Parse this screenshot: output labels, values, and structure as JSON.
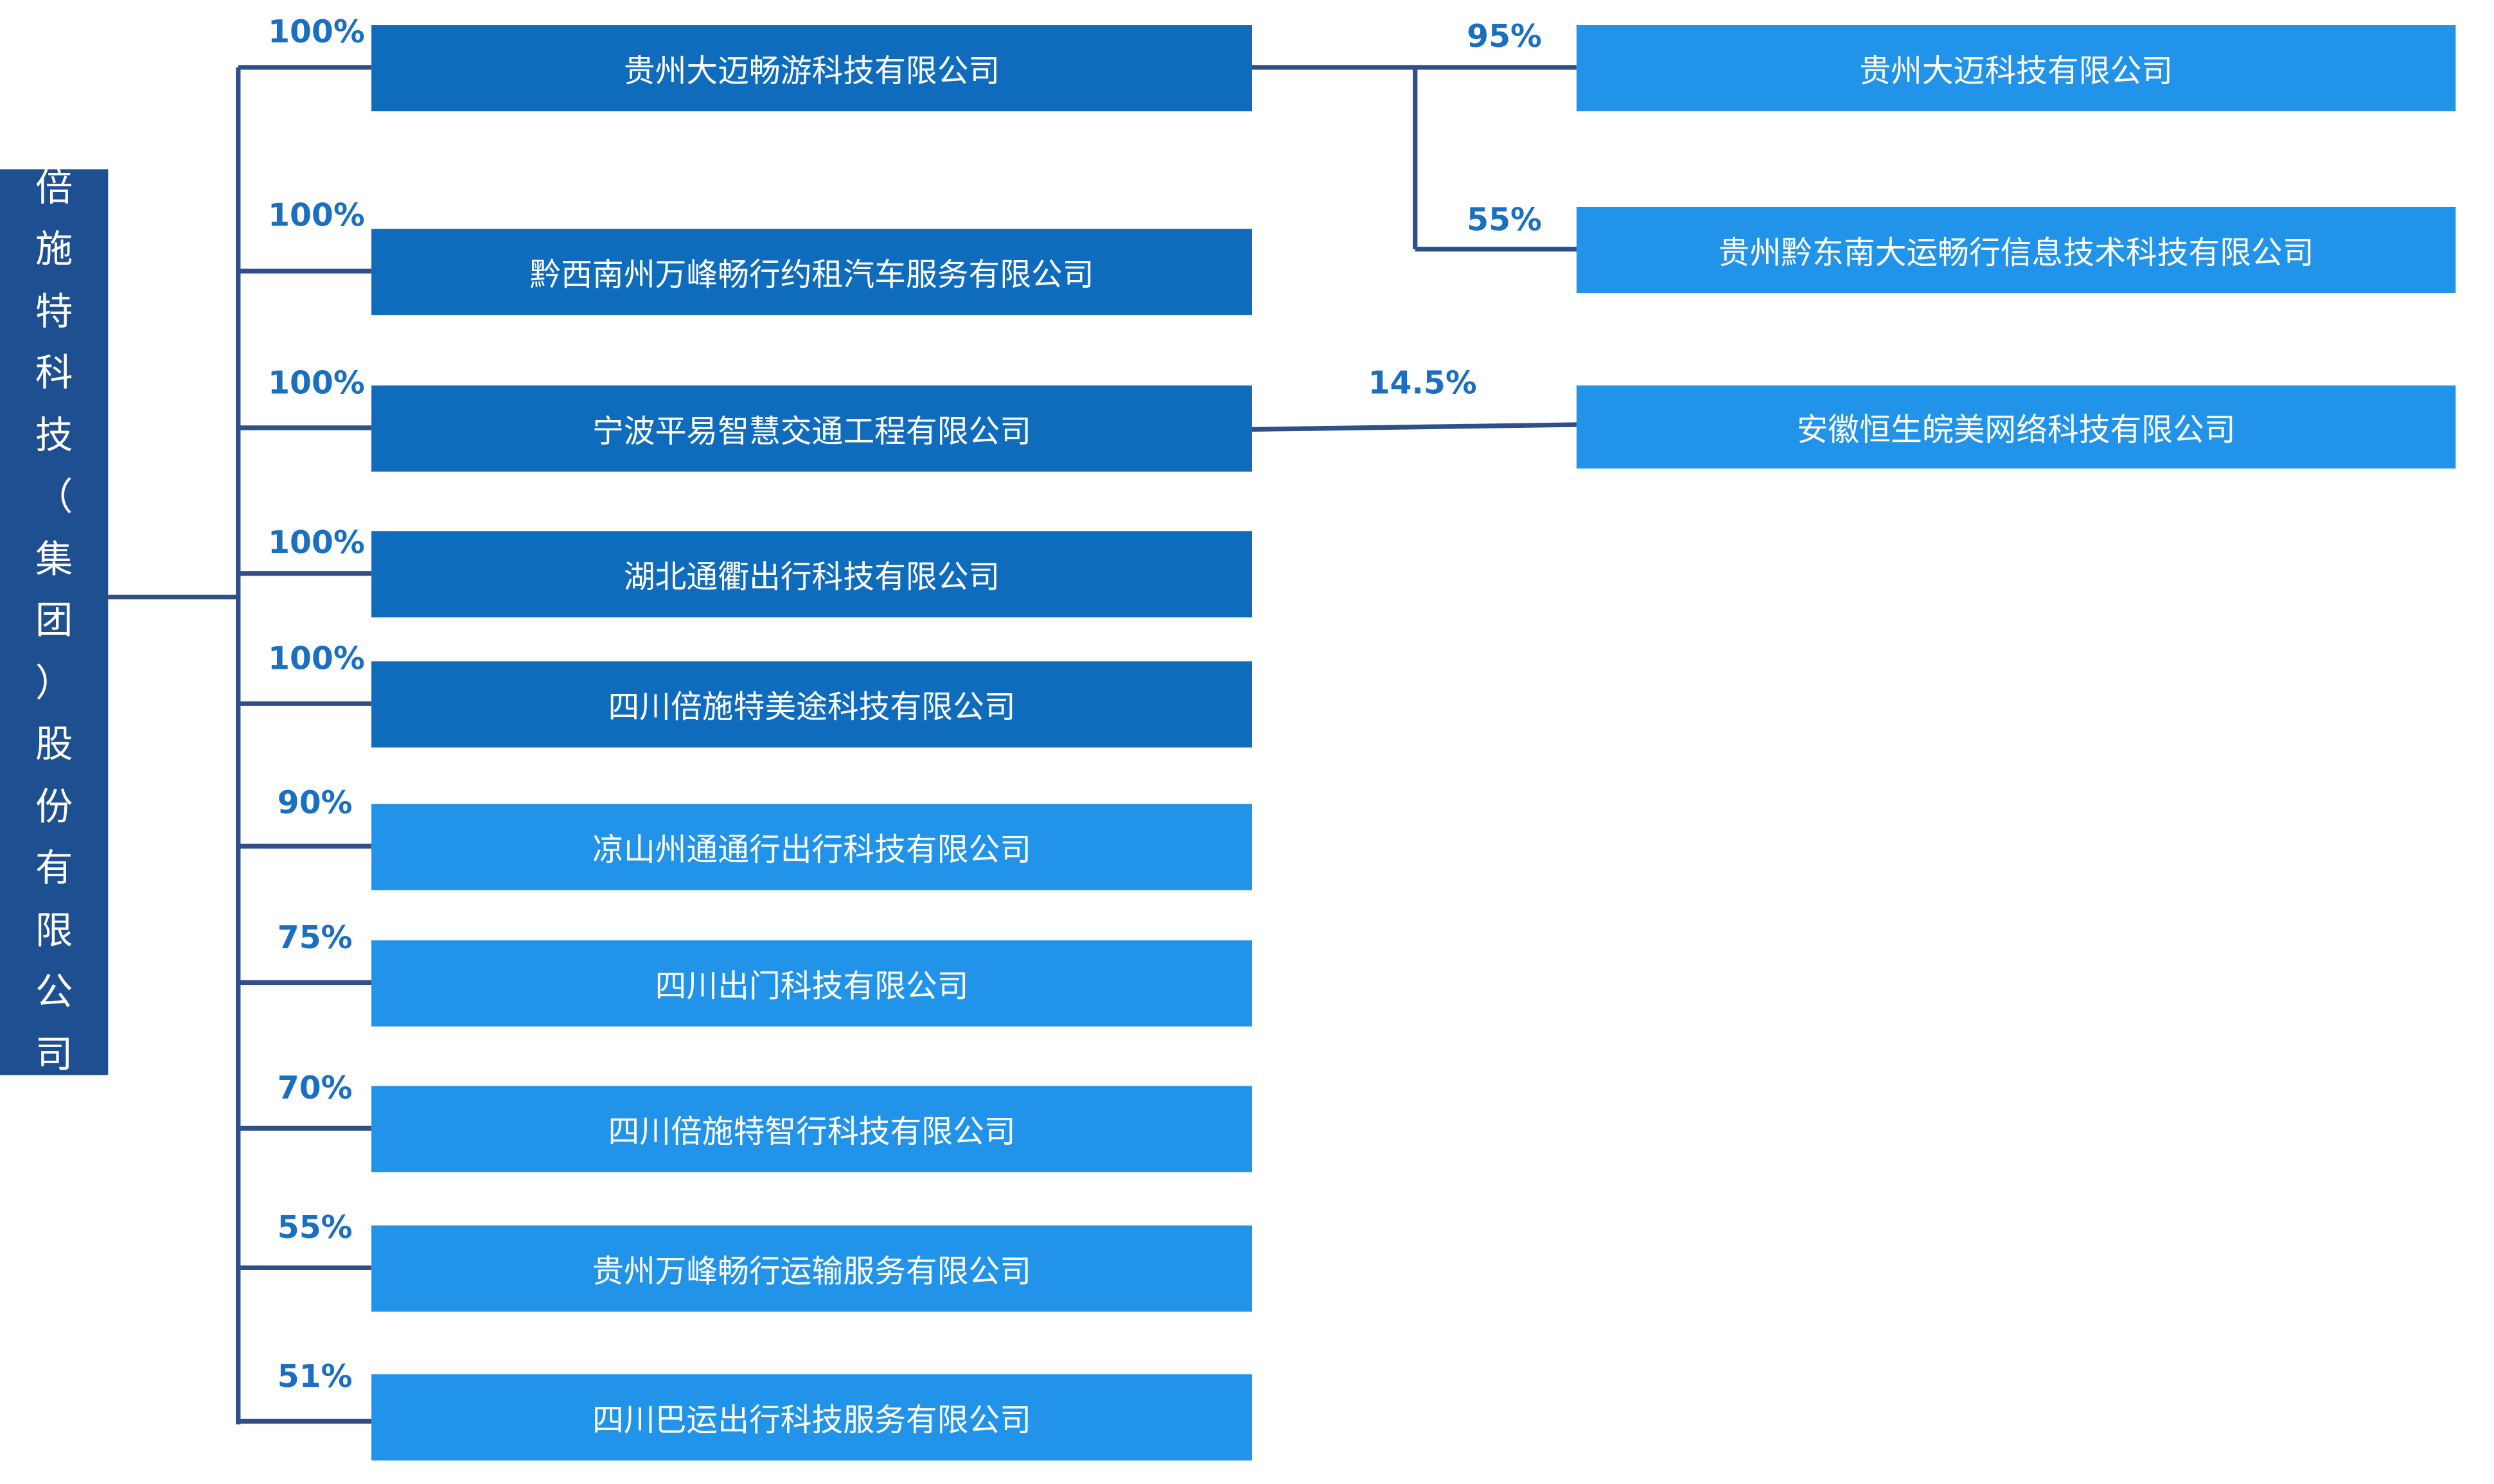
{
  "parent": {
    "name": "倍施特科技（集团）股份有限公司",
    "chars": [
      "倍",
      "施",
      "特",
      "科",
      "技",
      "（",
      "集",
      "团",
      "）",
      "股",
      "份",
      "有",
      "限",
      "公",
      "司"
    ]
  },
  "subsidiaries": [
    {
      "name": "贵州大迈畅游科技有限公司",
      "pct": "100%"
    },
    {
      "name": "黔西南州万峰畅行约租汽车服务有限公司",
      "pct": "100%"
    },
    {
      "name": "宁波平易智慧交通工程有限公司",
      "pct": "100%"
    },
    {
      "name": "湖北通衢出行科技有限公司",
      "pct": "100%"
    },
    {
      "name": "四川倍施特美途科技有限公司",
      "pct": "100%"
    },
    {
      "name": "凉山州通通行出行科技有限公司",
      "pct": "90%"
    },
    {
      "name": "四川出门科技有限公司",
      "pct": "75%"
    },
    {
      "name": "四川倍施特智行科技有限公司",
      "pct": "70%"
    },
    {
      "name": "贵州万峰畅行运输服务有限公司",
      "pct": "55%"
    },
    {
      "name": "四川巴运出行科技服务有限公司",
      "pct": "51%"
    }
  ],
  "secondary": [
    {
      "name": "贵州大迈科技有限公司",
      "pct": "95%",
      "owner": "贵州大迈畅游科技有限公司"
    },
    {
      "name": "贵州黔东南大运畅行信息技术科技有限公司",
      "pct": "55%",
      "owner": "贵州大迈畅游科技有限公司"
    },
    {
      "name": "安徽恒生皖美网络科技有限公司",
      "pct": "14.5%",
      "owner": "宁波平易智慧交通工程有限公司"
    }
  ],
  "colors": {
    "parent_box": "#1d4f91",
    "dark_box": "#0f6cbd",
    "light_box": "#2193e8",
    "connector": "#2e4f8a",
    "percent_text": "#1a6fc1"
  }
}
